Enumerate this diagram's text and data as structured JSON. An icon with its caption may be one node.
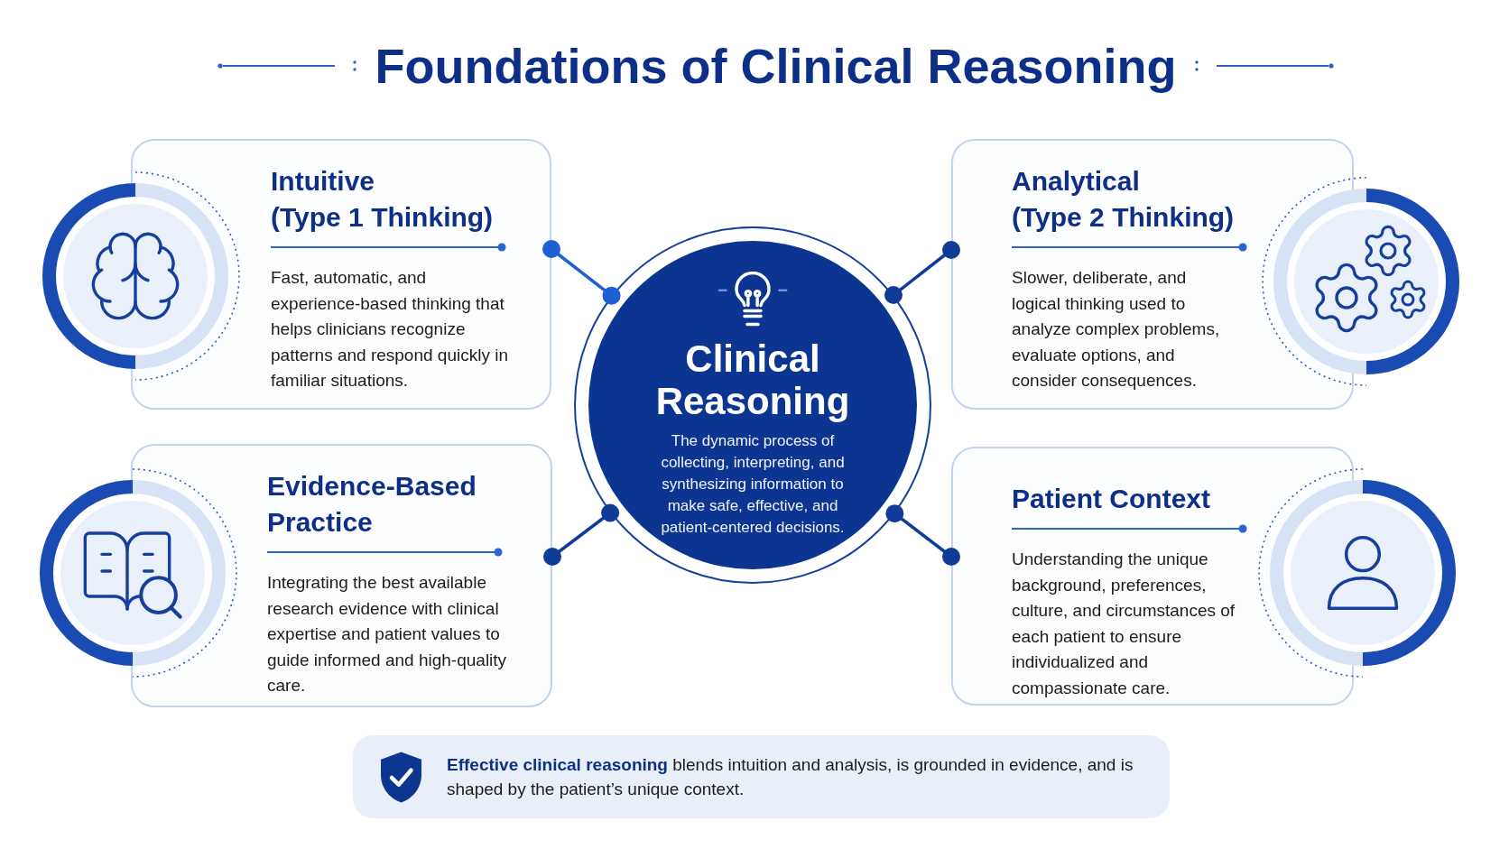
{
  "diagram": {
    "title": "Foundations of Clinical Reasoning",
    "nodes": [
      {
        "text": [
          "Intuitive",
          "(Type 1 Thinking)",
          "Fast, automatic, and experience-based thinking that helps clinicians recognize patterns and respond quickly in familiar situations."
        ]
      },
      {
        "text": [
          "Clinical Reasoning",
          "The dynamic process of collecting, interpreting, and synthesizing information to make safe, effective, and patient-centered decisions."
        ]
      },
      {
        "text": [
          "Analytical",
          "(Type 2 Thinking)",
          "Slower, deliberate, and logical thinking used to analyze complex problems, evaluate options, and consider consequences."
        ]
      },
      {
        "text": [
          "Evidence-Based Practice",
          "Integrating the best available research evidence with clinical expertise and patient values to guide informed and high-quality care."
        ]
      },
      {
        "text": [
          "Patient Context",
          "Understanding the unique background, preferences, culture, and circumstances of each patient to ensure individualized and compassionate care."
        ]
      },
      {
        "text": [
          "**Effective clinical reasoning** blends intuition and analysis, is grounded in evidence, and is shaped by the patient’s unique context."
        ]
      }
    ],
    "edges": [
      {
        "from": 0,
        "to": 1,
        "arrow": "other",
        "color": "#1f5fd6"
      },
      {
        "from": 2,
        "to": 1,
        "arrow": "other"
      },
      {
        "from": 3,
        "to": 1,
        "arrow": "other"
      },
      {
        "from": 4,
        "to": 1,
        "arrow": "other"
      }
    ]
  }
}
